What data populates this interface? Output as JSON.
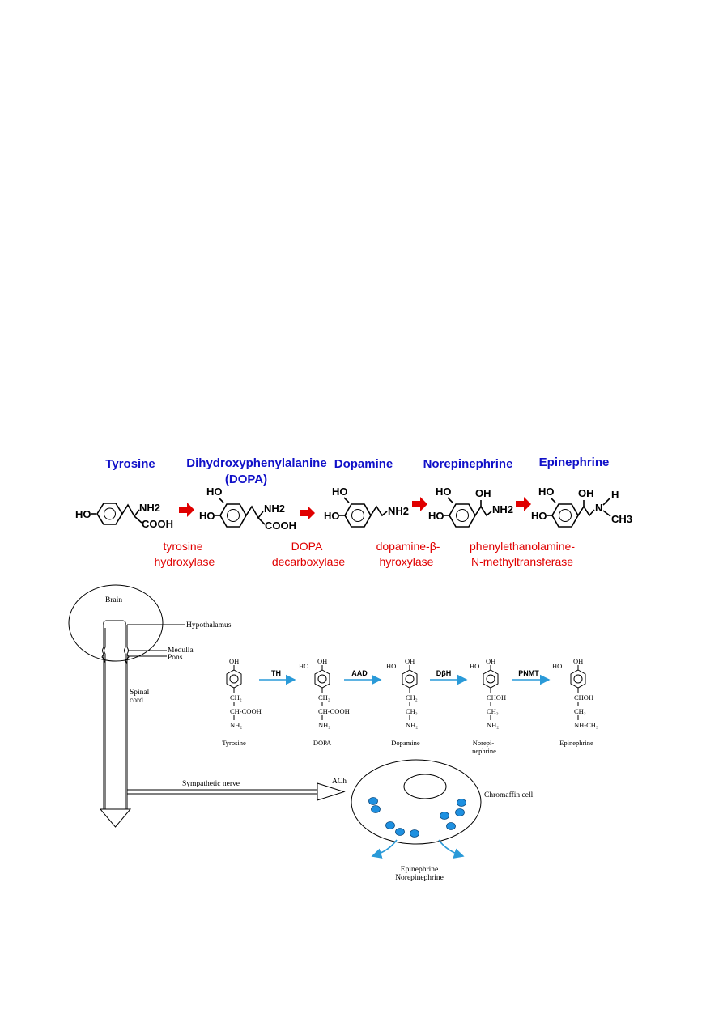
{
  "top_pathway": {
    "compounds": [
      "Tyrosine",
      "Dihydroxyphenylalanine",
      "(DOPA)",
      "Dopamine",
      "Norepinephrine",
      "Epinephrine"
    ],
    "enzymes": [
      [
        "tyrosine",
        "hydroxylase"
      ],
      [
        "DOPA",
        "decarboxylase"
      ],
      [
        "dopamine-β-",
        "hyroxylase"
      ],
      [
        "phenylethanolamine-",
        "N-methyltransferase"
      ]
    ],
    "groups": {
      "ho": "HO",
      "oh": "OH",
      "nh2": "NH2",
      "cooh": "COOH",
      "h": "H",
      "n": "N",
      "ch3": "CH3"
    }
  },
  "lower_diagram": {
    "anatomy": {
      "brain": "Brain",
      "hypothalamus": "Hypothalamus",
      "medulla": "Medulla",
      "pons": "Pons",
      "spinal": "Spinal",
      "cord": "cord",
      "sympathetic_nerve": "Sympathetic nerve",
      "ach": "ACh",
      "chromaffin_cell": "Chromaffin cell",
      "release_1": "Epinephrine",
      "release_2": "Norepinephrine"
    },
    "enzymes": [
      "TH",
      "AAD",
      "DβH",
      "PNMT"
    ],
    "compound_labels": [
      "Tyrosine",
      "DOPA",
      "Dopamine",
      "Norepi-",
      "nephrine",
      "Epinephrine"
    ],
    "groups": {
      "oh": "OH",
      "ho": "HO",
      "ch2": "CH₂",
      "ch_cooh": "CH-COOH",
      "nh2": "NH₂",
      "choh": "CHOH",
      "nh_ch3": "NH-CH₃"
    }
  },
  "colors": {
    "compound_title": "#1010c8",
    "enzyme_label": "#e00000",
    "reaction_arrow": "#e00000",
    "blue_arrow": "#2a9ad8",
    "vesicle": "#1e90e0"
  }
}
